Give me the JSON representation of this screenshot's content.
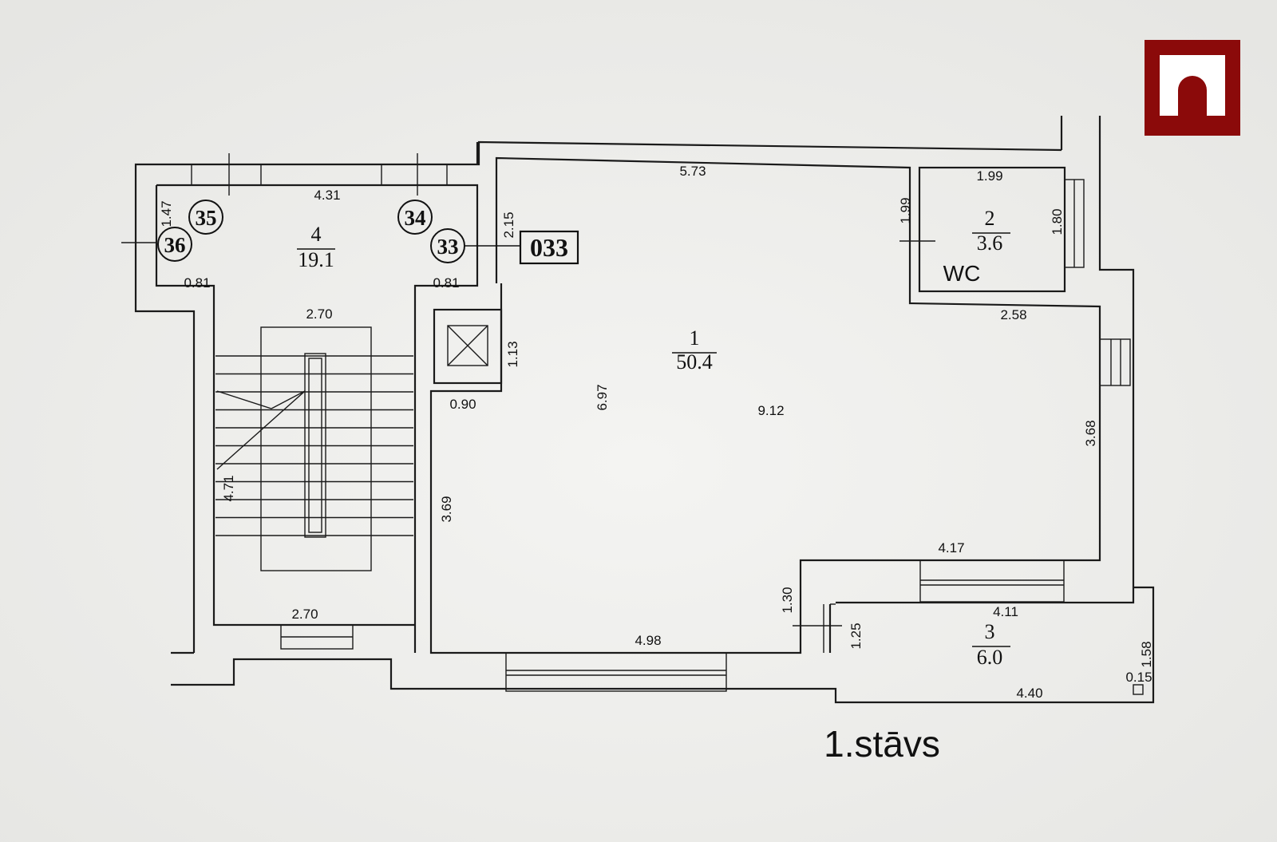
{
  "floor_label": "1.stāvs",
  "logo_name": "house-logo",
  "logo_color": "#8b0a0a",
  "rooms": [
    {
      "num": "1",
      "area": "50.4"
    },
    {
      "num": "2",
      "area": "3.6",
      "label": "WC"
    },
    {
      "num": "3",
      "area": "6.0"
    },
    {
      "num": "4",
      "area": "19.1"
    }
  ],
  "unit_markers": [
    "35",
    "36",
    "34",
    "33"
  ],
  "apartment_box": "033",
  "dimensions": {
    "d573": "5.73",
    "d199a": "1.99",
    "d199b": "1.99",
    "d180": "1.80",
    "d258": "2.58",
    "d431": "4.31",
    "d147": "1.47",
    "d215": "2.15",
    "d081a": "0.81",
    "d081b": "0.81",
    "d270a": "2.70",
    "d270b": "2.70",
    "d113": "1.13",
    "d090": "0.90",
    "d697": "6.97",
    "d912": "9.12",
    "d368": "3.68",
    "d369": "3.69",
    "d471": "4.71",
    "d417": "4.17",
    "d130": "1.30",
    "d125": "1.25",
    "d411": "4.11",
    "d498": "4.98",
    "d158": "1.58",
    "d015": "0.15",
    "d440": "4.40"
  }
}
